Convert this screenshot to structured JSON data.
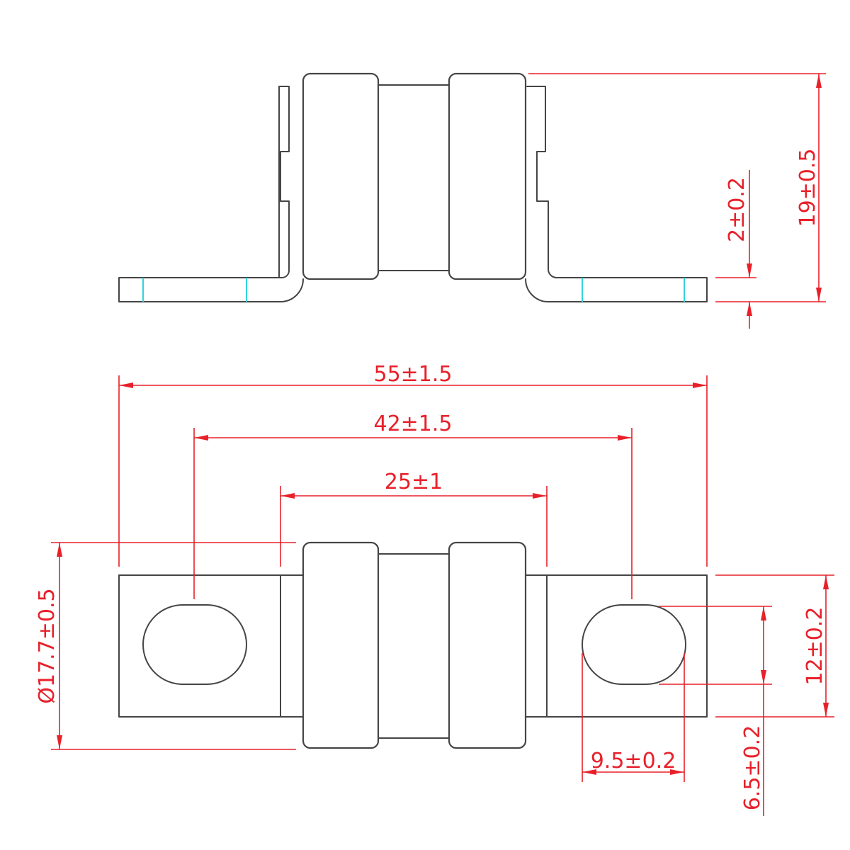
{
  "colors": {
    "outline": "#454545",
    "dimension": "#e8202a",
    "bend_mark": "#2fd4e0",
    "background": "#ffffff"
  },
  "dimensions": {
    "height_total": "19±0.5",
    "terminal_thickness": "2±0.2",
    "overall_length": "55±1.5",
    "hole_spacing": "42±1.5",
    "body_length": "25±1",
    "body_diameter": "Ø17.7±0.5",
    "terminal_width": "12±0.2",
    "slot_height": "6.5±0.2",
    "slot_width": "9.5±0.2"
  }
}
